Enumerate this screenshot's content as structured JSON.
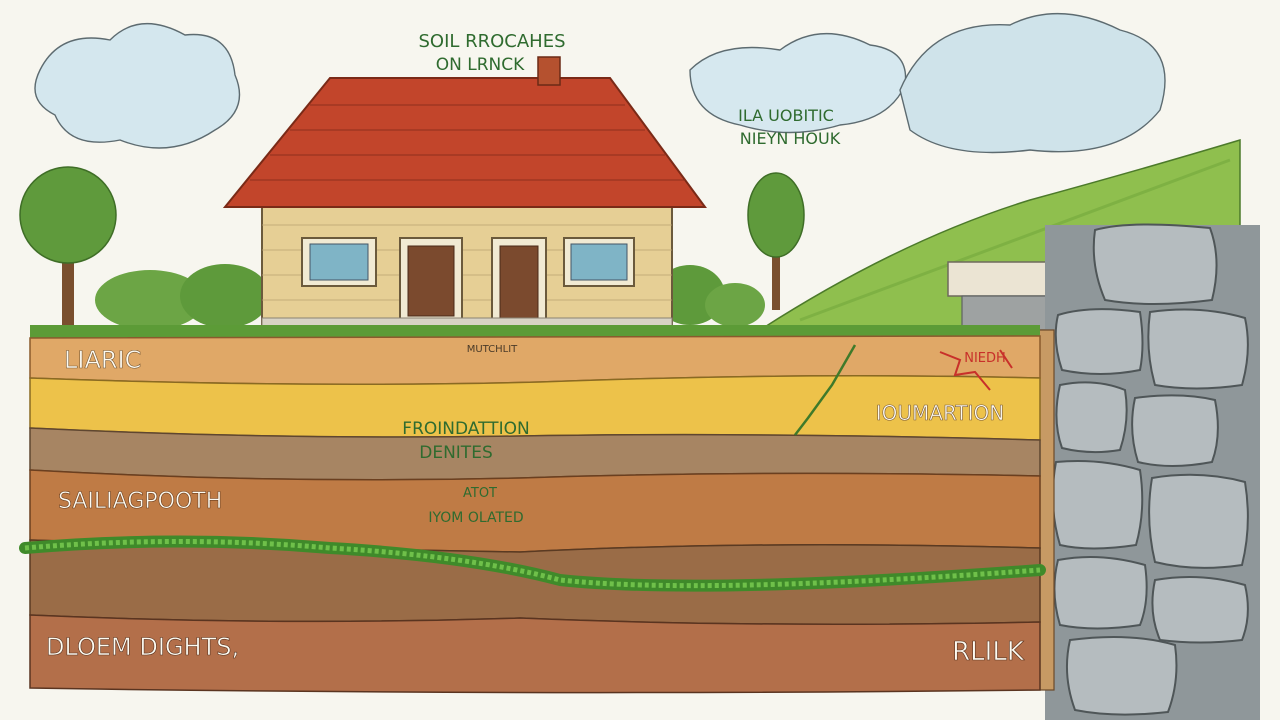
{
  "labels": {
    "title_line1": "SOIL RROCAHES",
    "title_line2": "ON LRNCK",
    "sky_line1": "ILA UOBITIC",
    "sky_line2": "NIEYN HOUK",
    "layer_top_left": "LIARIC",
    "layer_top_small": "MUTCHLIT",
    "cracks": "NIEDH",
    "layer_right": "IOUMARTION",
    "foundation_line1": "FROINDATTION",
    "foundation_line2": "DENITES",
    "layer_mid_left": "SAILIAGPOOTH",
    "mid_center_line1": "ATOT",
    "mid_center_line2": "IYOM OLATED",
    "bottom_left": "DLOEM DIGHTS,",
    "bottom_right": "RLILK"
  },
  "colors": {
    "sky_cloud": "#cfe3ea",
    "roof": "#c2452b",
    "wall": "#e6cf95",
    "grass": "#5c9b37",
    "topsoil": "#e0a867",
    "yellow_layer": "#edc24a",
    "clay_layer": "#bf7b45",
    "dark_layer": "#9a6c47",
    "deep_layer": "#b36f4a",
    "stone": "#a9b0b3",
    "label_green": "#2f6b2f",
    "label_white": "#fdfbf2"
  }
}
